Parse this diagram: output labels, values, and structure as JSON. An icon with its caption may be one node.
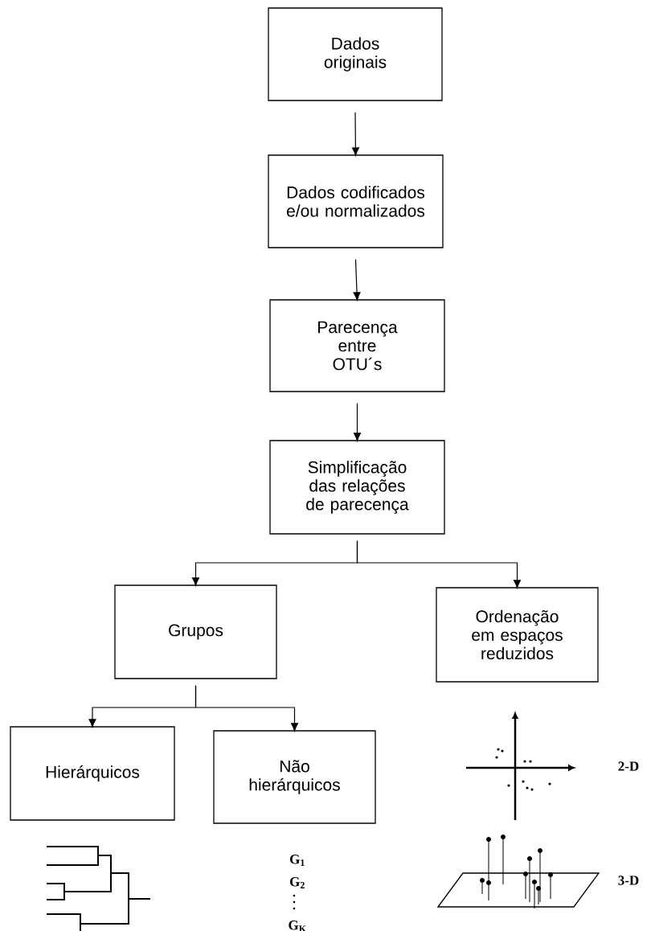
{
  "diagram": {
    "nodes": [
      {
        "text": [
          "Dados originais"
        ]
      },
      {
        "text": [
          "Dados codificados e/ou normalizados"
        ]
      },
      {
        "text": [
          "Parecença entre OTU´s"
        ]
      },
      {
        "text": [
          "Simplificação das relações de parecença"
        ]
      },
      {
        "text": [
          "Grupos"
        ]
      },
      {
        "text": [
          "Ordenação em espaços reduzidos"
        ]
      },
      {
        "text": [
          "Hierárquicos"
        ]
      },
      {
        "text": [
          "Não hierárquicos"
        ]
      }
    ],
    "edges": [
      {
        "from": 0,
        "to": 1,
        "arrow": "to"
      },
      {
        "from": 1,
        "to": 2,
        "arrow": "to"
      },
      {
        "from": 2,
        "to": 3,
        "arrow": "to"
      },
      {
        "from": 3,
        "to": 4,
        "arrow": "to"
      },
      {
        "from": 3,
        "to": 5,
        "arrow": "to"
      },
      {
        "from": 4,
        "to": 6,
        "arrow": "to"
      },
      {
        "from": 4,
        "to": 7,
        "arrow": "to"
      }
    ],
    "labels": [
      "2-D",
      "G$_{1}$",
      "G$_{2}$",
      "3-D",
      "G$_{K}$"
    ]
  }
}
